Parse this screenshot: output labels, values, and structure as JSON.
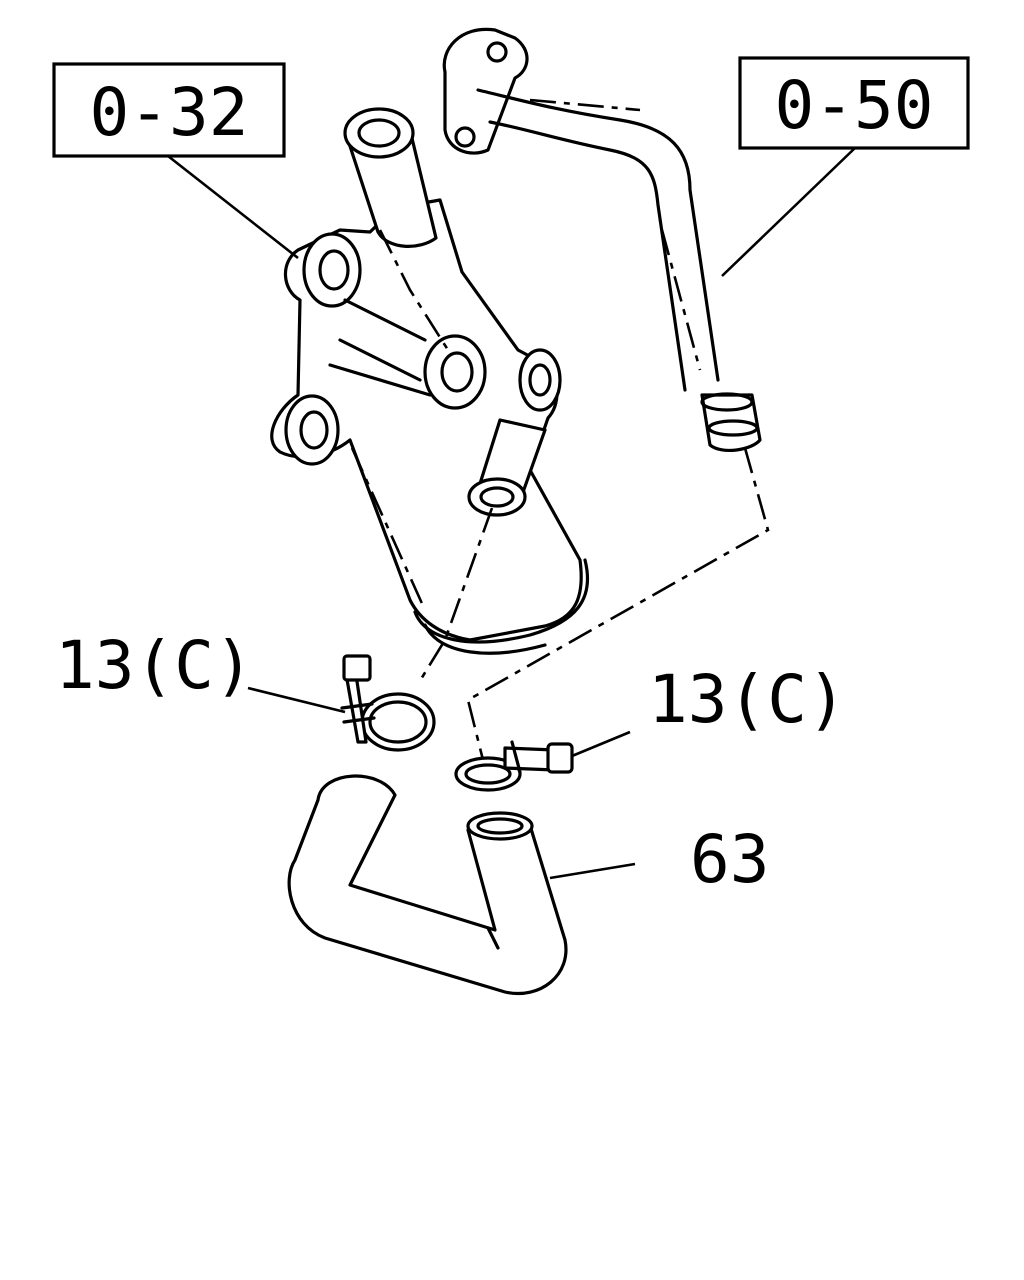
{
  "labels": {
    "ref_left": "0-32",
    "ref_right": "0-50",
    "clamp_left": "13(C)",
    "clamp_right": "13(C)",
    "hose": "63"
  },
  "colors": {
    "line": "#000000",
    "background": "#ffffff"
  }
}
